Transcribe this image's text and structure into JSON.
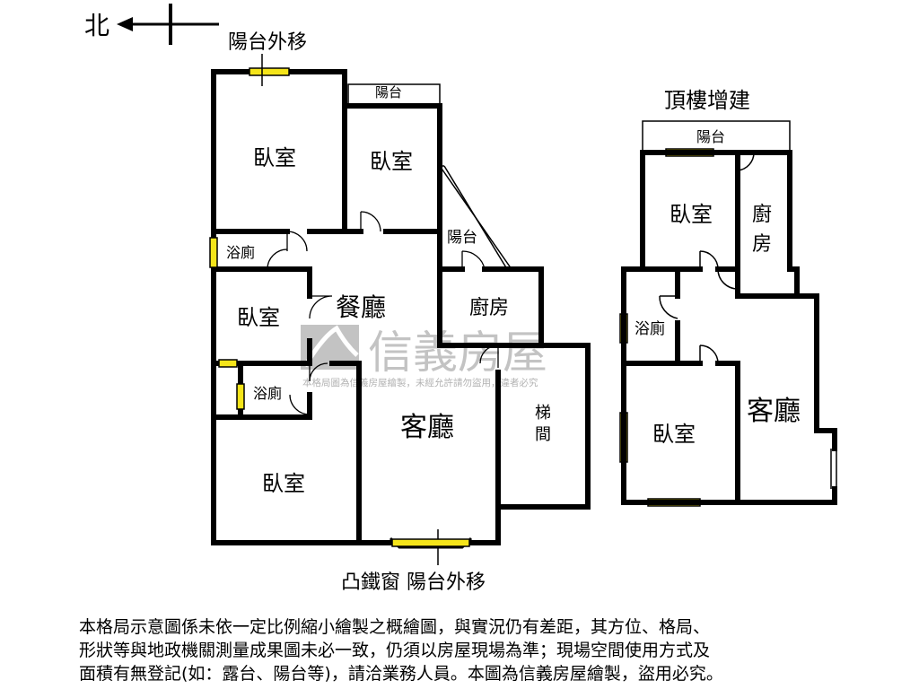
{
  "compass": {
    "label": "北"
  },
  "left_unit": {
    "top_note": "陽台外移",
    "balcony_top": "陽台",
    "balcony_side": "陽台",
    "rooms": {
      "bedroom_1": "臥室",
      "bedroom_2": "臥室",
      "bedroom_3": "臥室",
      "bedroom_4": "臥室",
      "bath_1": "浴廁",
      "bath_2": "浴廁",
      "dining": "餐廳",
      "kitchen": "廚房",
      "living": "客廳",
      "stairs": "梯\n間"
    },
    "stairs_line1": "梯",
    "stairs_line2": "間",
    "bottom_note": "凸鐵窗 陽台外移"
  },
  "right_unit": {
    "title": "頂樓增建",
    "balcony": "陽台",
    "rooms": {
      "bedroom_1": "臥室",
      "kitchen_line1": "廚",
      "kitchen_line2": "房",
      "bath": "浴廁",
      "bedroom_2": "臥室",
      "living": "客廳"
    }
  },
  "watermark": {
    "brand": "信義房屋",
    "notice": "本格局圖為信義房屋繪製，未經允許請勿盜用，違者必究"
  },
  "disclaimer": [
    "本格局示意圖係未依一定比例縮小繪製之概繪圖，與實況仍有差距，其方位、格局、",
    "形狀等與地政機關測量成果圖未必一致，仍須以房屋現場為準；現場空間使用方式及",
    "面積有無登記(如：露台、陽台等)，請洽業務人員。本圖為信義房屋繪製，盜用必究。"
  ],
  "colors": {
    "wall": "#000000",
    "window": "#f5e51a",
    "watermark": "#b0b0b0"
  }
}
